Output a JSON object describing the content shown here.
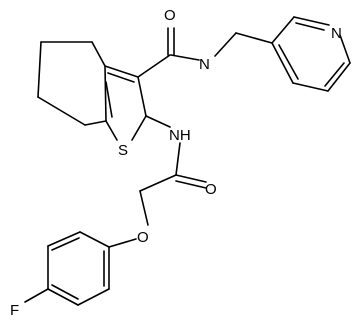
{
  "atoms": {
    "o_amide": "O",
    "n_amide": "N",
    "n_pyridine": "N",
    "s_thiophene": "S",
    "nh_amide": "NH",
    "o_propanoyl": "O",
    "o_ether": "O",
    "f_fluoro": "F"
  },
  "colors": {
    "bond": "#000000",
    "label": "#000000",
    "background": "#ffffff"
  }
}
